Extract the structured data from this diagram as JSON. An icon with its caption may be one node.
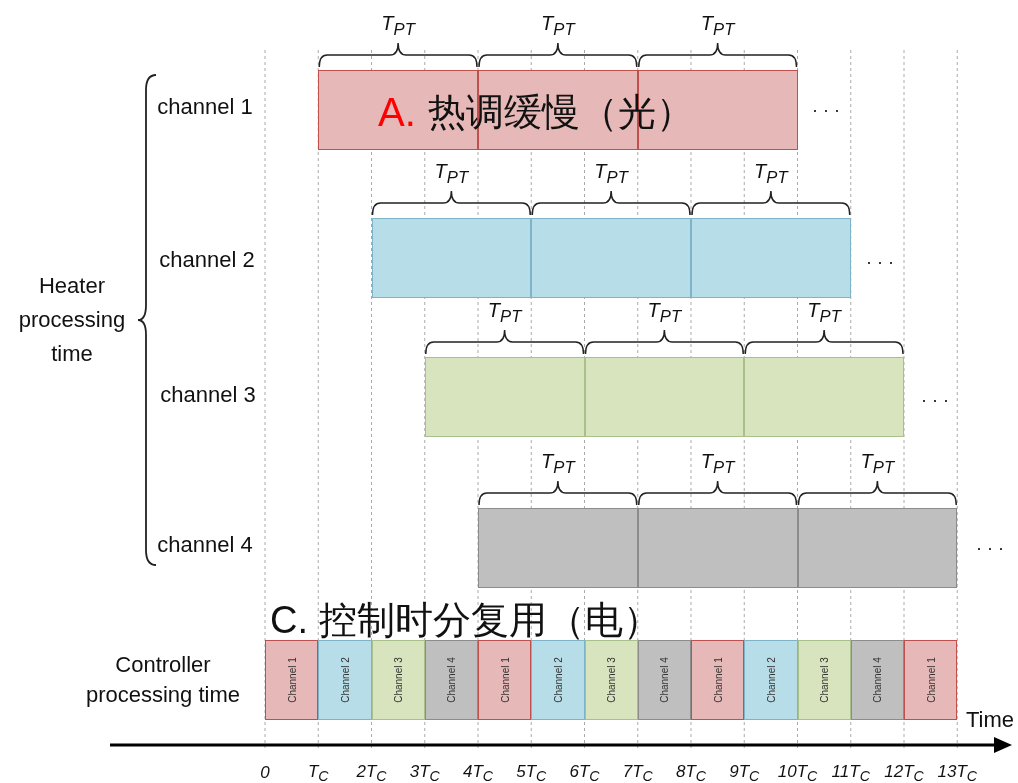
{
  "diagram": {
    "nodes": [
      {
        "text": [],
        "shape": "bar"
      },
      {
        "text": [],
        "shape": "bar"
      },
      {
        "text": [],
        "shape": "bar"
      },
      {
        "text": [],
        "shape": "bar"
      },
      {
        "text": [],
        "shape": "bar"
      },
      {
        "text": [],
        "shape": "bar"
      },
      {
        "text": [],
        "shape": "bar"
      },
      {
        "text": [],
        "shape": "bar"
      },
      {
        "text": [],
        "shape": "bar"
      },
      {
        "text": [],
        "shape": "bar"
      },
      {
        "text": [],
        "shape": "bar"
      },
      {
        "text": [],
        "shape": "bar"
      },
      {
        "text": [
          "Channel 1"
        ]
      },
      {
        "text": [
          "Channel 2"
        ]
      },
      {
        "text": [
          "Channel 3"
        ]
      },
      {
        "text": [
          "Channel 4"
        ]
      },
      {
        "text": [
          "Channel 1"
        ]
      },
      {
        "text": [
          "Channel 2"
        ]
      },
      {
        "text": [
          "Channel 3"
        ]
      },
      {
        "text": [
          "Channel 4"
        ]
      },
      {
        "text": [
          "Channel 1"
        ]
      },
      {
        "text": [
          "Channel 2"
        ]
      },
      {
        "text": [
          "Channel 3"
        ]
      },
      {
        "text": [
          "Channel 4"
        ]
      },
      {
        "text": [
          "Channel 1"
        ]
      }
    ],
    "edges": [],
    "labels": [
      "T$_{PT}$",
      "T$_{PT}$",
      "T$_{PT}$",
      "channel 1",
      "A.",
      "热调缓慢（光）",
      "· · ·",
      "T$_{PT}$",
      "T$_{PT}$",
      "T$_{PT}$",
      "Heater processing time",
      "channel 2",
      "· · ·",
      "T$_{PT}$",
      "T$_{PT}$",
      "T$_{PT}$",
      "channel 3",
      "· · ·",
      "T$_{PT}$",
      "T$_{PT}$",
      "T$_{PT}$",
      "channel 4",
      "· · ·",
      "C. 控制时分复用（电）",
      "Controller processing time",
      "Time",
      "0",
      "T$_{C}$",
      "2T$_{C}$",
      "3T$_{C}$",
      "4T$_{C}$",
      "5T$_{C}$",
      "6T$_{C}$",
      "7T$_{C}$",
      "8T$_{C}$",
      "9T$_{C}$",
      "10T$_{C}$",
      "11T$_{C}$",
      "12T$_{C}$",
      "13T$_{C}$"
    ]
  }
}
